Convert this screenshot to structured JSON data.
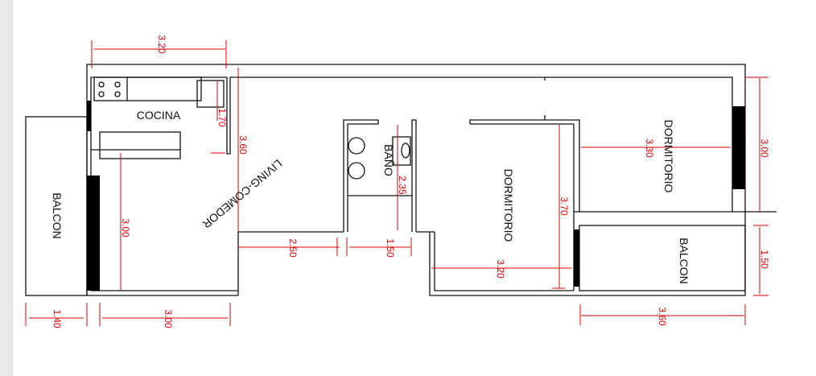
{
  "rooms": {
    "cocina": "COCINA",
    "living": "LIVING-COMEDOR",
    "bano": "BAÑO",
    "dorm1": "DORMITORIO",
    "dorm2": "DORMITORIO",
    "balcon_left": "BALCON",
    "balcon_right": "BALCON"
  },
  "dimensions": {
    "kitchen_width": "3.20",
    "fridge_depth": "1.70",
    "living_depth": "3.60",
    "living_lower": "3.00",
    "balcon_left_width": "1.40",
    "living_width": "3.00",
    "hall": "2.50",
    "bath_width": "1.50",
    "bath_depth": "2.35",
    "dorm1_depth": "3.70",
    "dorm1_width": "3.20",
    "dorm2_width": "3.30",
    "dorm2_depth": "3.00",
    "balcon_right_depth": "1.50",
    "balcon_right_width": "3.60"
  },
  "colors": {
    "dimension": "#e00000",
    "wall": "#111111"
  }
}
